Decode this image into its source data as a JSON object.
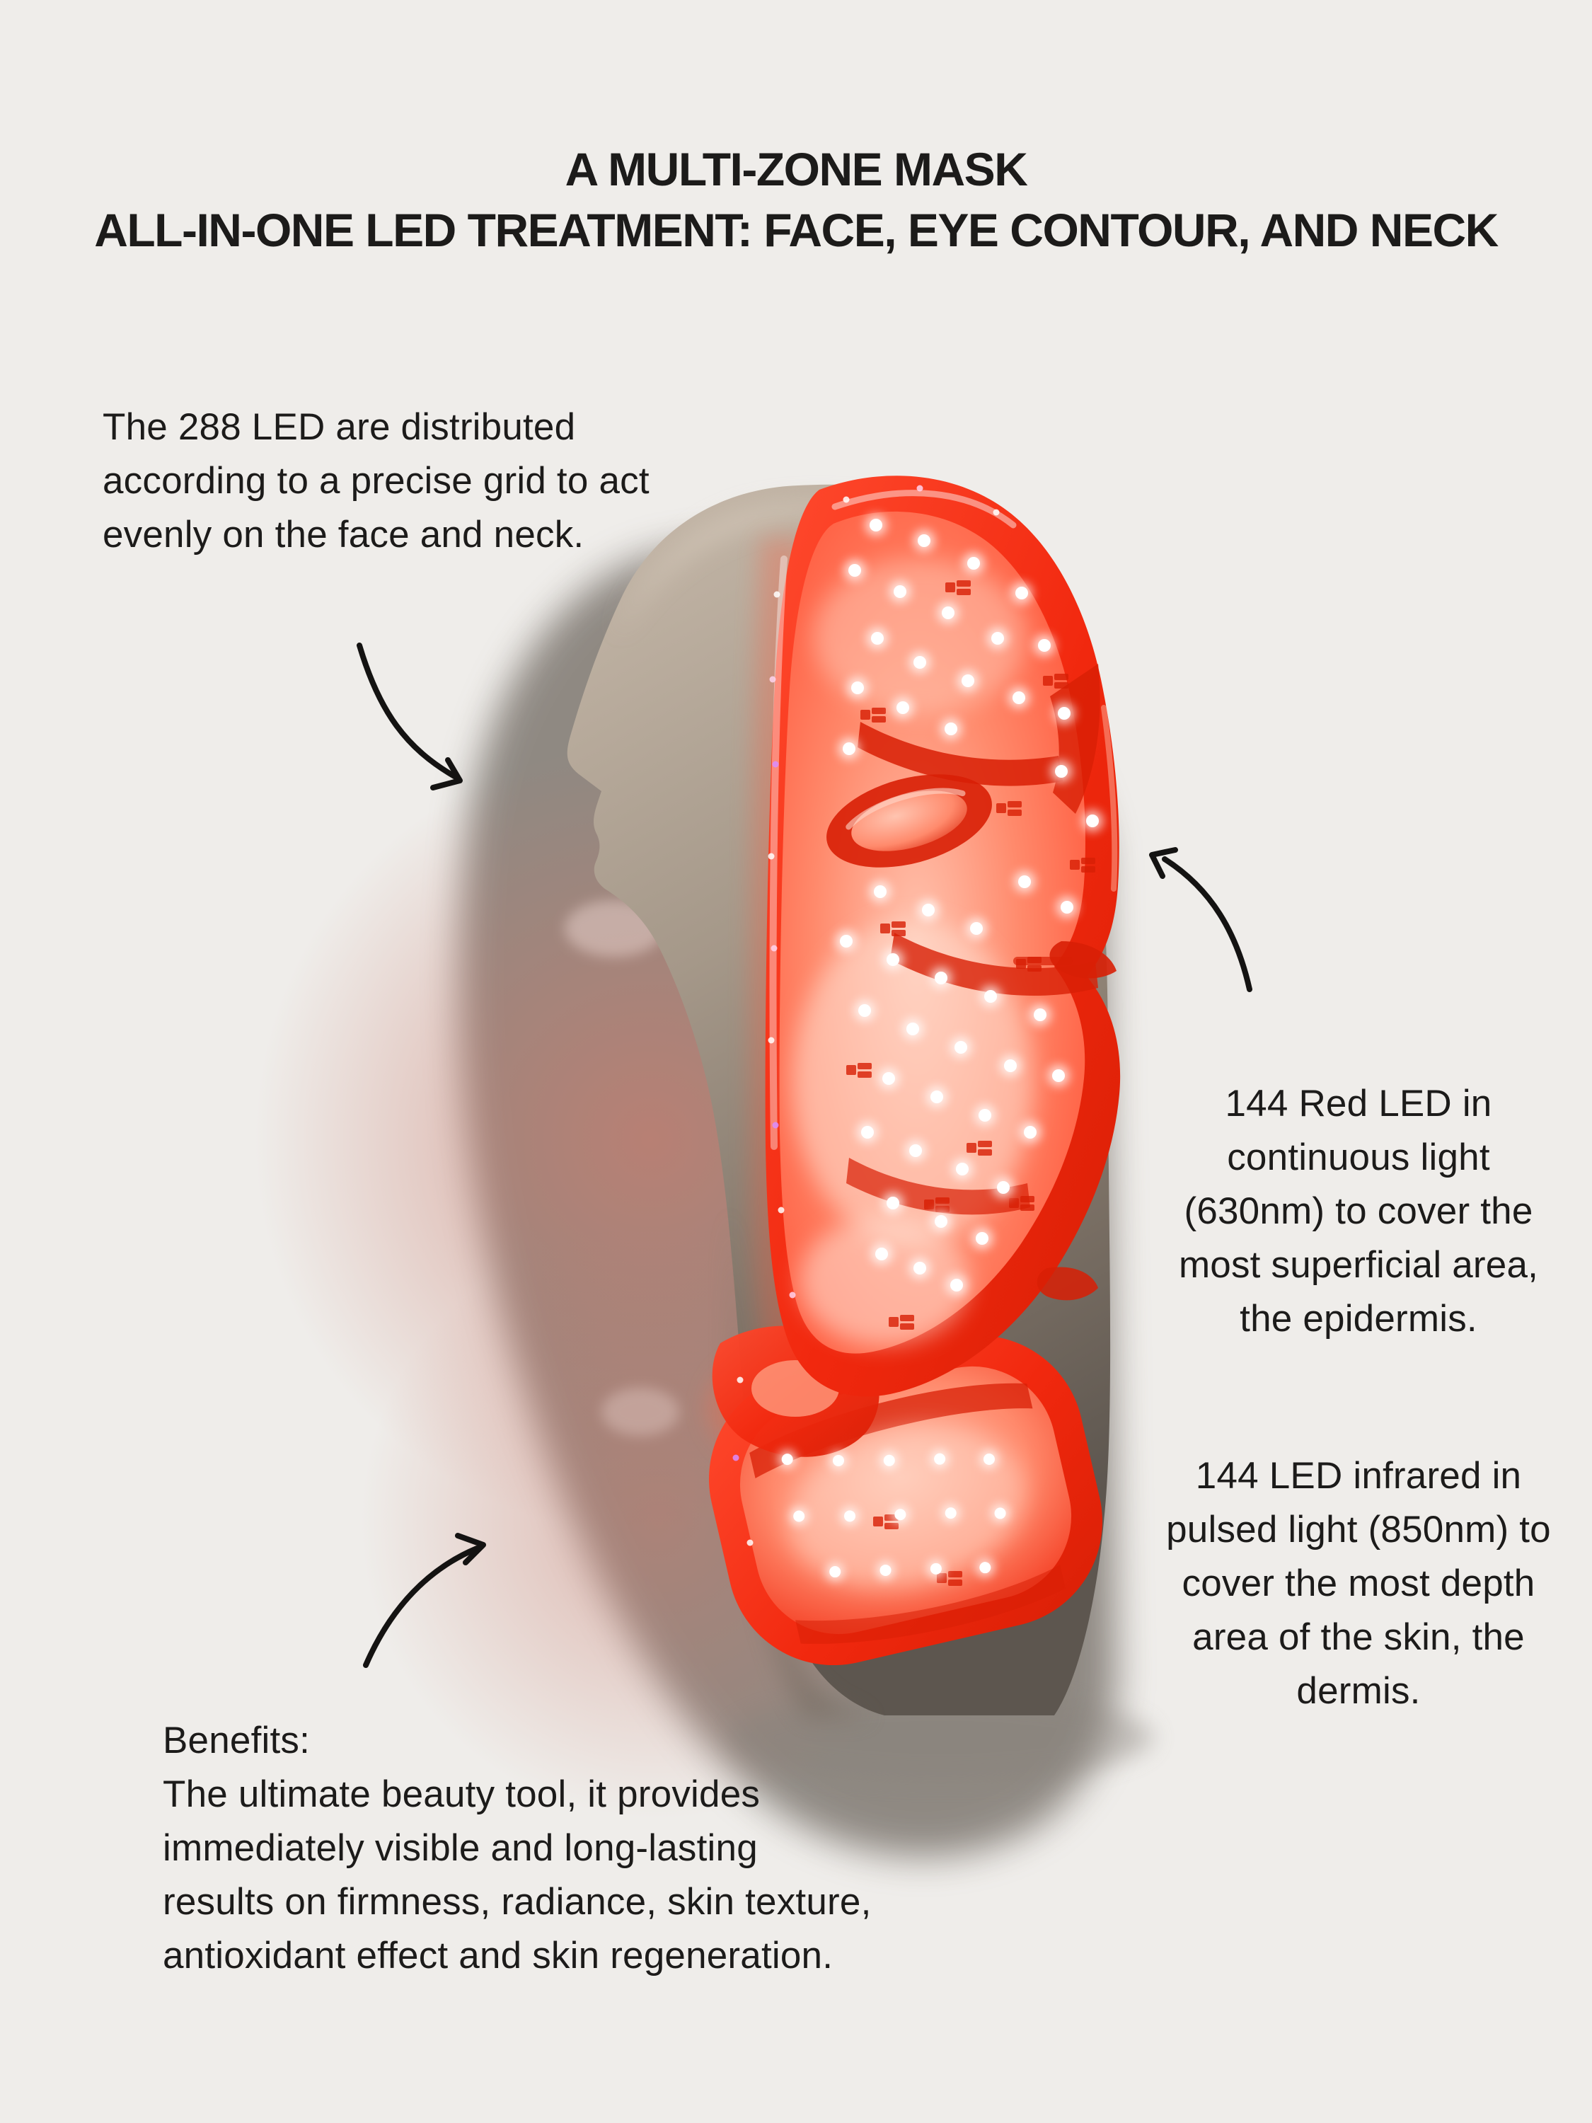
{
  "colors": {
    "background": "#efedea",
    "text": "#1c1b1a",
    "arrow": "#141312",
    "mask_rim": "#f1280e",
    "mask_bright": "#ff4a2e",
    "mask_inner": "#ff8a6c",
    "mask_pale": "#ffc4b0",
    "mask_deep": "#d81f05",
    "led": "#ffffff",
    "head_light": "#c7baab",
    "head_mid": "#a59889",
    "head_dark": "#7a6f64",
    "head_deep": "#5d564f",
    "shadow": "#87817a",
    "glow": "#c97c6e"
  },
  "headline": {
    "lines": [
      "A MULTI-ZONE MASK",
      "ALL-IN-ONE LED TREATMENT: FACE, EYE CONTOUR, AND NECK"
    ]
  },
  "callouts": {
    "distribution": {
      "lines": [
        "The 288 LED are distributed",
        "according to a precise grid to act",
        "evenly on the face and neck."
      ]
    },
    "red_led": {
      "lines": [
        "144 Red LED in",
        "continuous light",
        "(630nm) to cover the",
        "most superficial area,",
        "the epidermis."
      ]
    },
    "infrared_led": {
      "lines": [
        "144 LED infrared in",
        "pulsed light (850nm) to",
        "cover the most depth",
        "area of the skin, the",
        "dermis."
      ]
    },
    "benefits": {
      "lines": [
        "Benefits:",
        "The ultimate beauty tool, it provides",
        "immediately visible and long-lasting",
        "results on firmness, radiance, skin texture,",
        "antioxidant effect and skin regeneration."
      ]
    }
  },
  "icons": {
    "arrow_distribution": "curved-arrow-down-right",
    "arrow_red_led": "curved-arrow-up-left",
    "arrow_benefits": "curved-arrow-up-right"
  }
}
